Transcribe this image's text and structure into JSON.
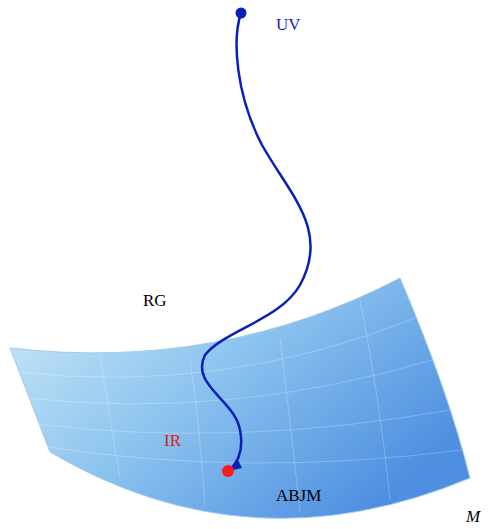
{
  "diagram": {
    "labels": [
      "UV",
      "RG",
      "IR",
      "ABJM",
      "M"
    ]
  }
}
